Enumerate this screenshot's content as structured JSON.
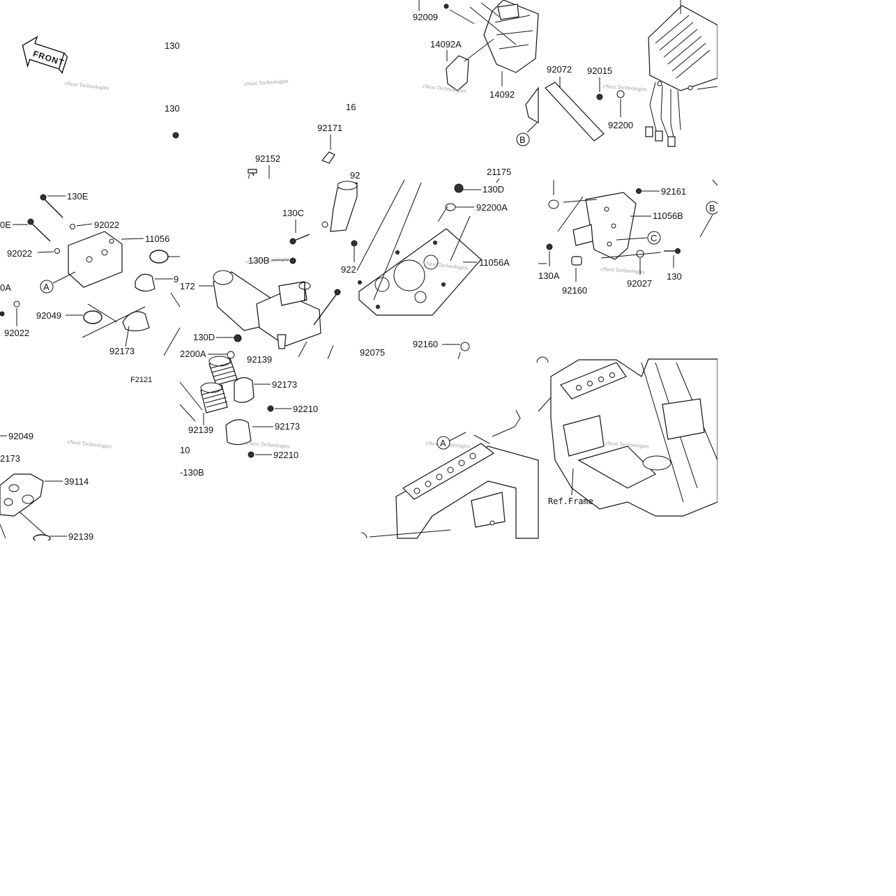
{
  "front_badge": "FRONT",
  "watermark": "vNext Technologies",
  "tiles": {
    "top_left": {
      "labels": [
        "130",
        "130",
        "130E",
        "92022",
        "11056",
        "92022",
        "92049",
        "92022",
        "92173",
        "9"
      ],
      "clipped_labels": [
        "0E",
        "0A"
      ],
      "callouts": [
        "A"
      ]
    },
    "top_center_left": {
      "labels": [
        "92152",
        "130C",
        "130B",
        "172",
        "130D",
        "2200A",
        "92139",
        "16",
        "92171"
      ],
      "center_label": "F2121"
    },
    "top_center_right": {
      "labels": [
        "92009",
        "14092A",
        "14092",
        "21175",
        "130D",
        "92200A",
        "11056A",
        "922",
        "92075",
        "92160",
        "92"
      ],
      "callouts": [
        "B"
      ]
    },
    "top_right": {
      "labels": [
        "92072",
        "92015",
        "92200",
        "92161",
        "11056B",
        "130A",
        "92160",
        "92027",
        "130"
      ],
      "callouts": [
        "C",
        "B"
      ]
    },
    "bottom_left": {
      "labels": [
        "92049",
        "2173",
        "39114",
        "92139"
      ]
    },
    "bottom_center_left": {
      "labels": [
        "92173",
        "92210",
        "92139",
        "92173",
        "92210",
        "10",
        "-130B"
      ]
    },
    "bottom_center_right": {
      "callouts": [
        "A"
      ]
    },
    "bottom_right": {
      "labels": [
        "Ref.Frame"
      ]
    }
  }
}
